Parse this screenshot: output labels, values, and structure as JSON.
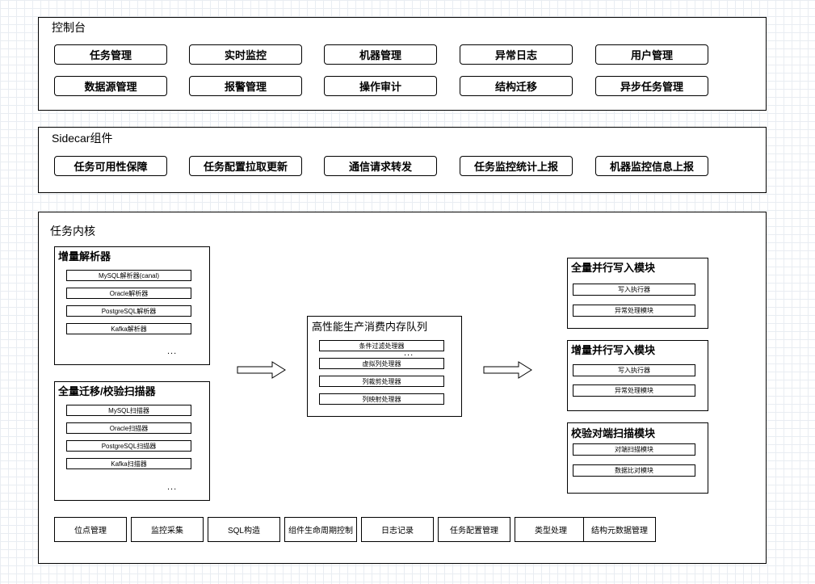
{
  "console": {
    "title": "控制台",
    "buttons": [
      "任务管理",
      "实时监控",
      "机器管理",
      "异常日志",
      "用户管理",
      "数据源管理",
      "报警管理",
      "操作审计",
      "结构迁移",
      "异步任务管理"
    ]
  },
  "sidecar": {
    "title": "Sidecar组件",
    "buttons": [
      "任务可用性保障",
      "任务配置拉取更新",
      "通信请求转发",
      "任务监控统计上报",
      "机器监控信息上报"
    ]
  },
  "kernel": {
    "title": "任务内核",
    "incremental_parser": {
      "title": "增量解析器",
      "items": [
        "MySQL解析器(canal)",
        "Oracle解析器",
        "PostgreSQL解析器",
        "Kafka解析器"
      ],
      "more": "..."
    },
    "full_scanner": {
      "title": "全量迁移/校验扫描器",
      "items": [
        "MySQL扫描器",
        "Oracle扫描器",
        "PostgreSQL扫描器",
        "Kafka扫描器"
      ],
      "more": "..."
    },
    "queue": {
      "title": "高性能生产消费内存队列",
      "items": [
        "条件过滤处理器",
        "虚拟列处理器",
        "列裁剪处理器",
        "列映射处理器"
      ],
      "more": "..."
    },
    "full_writer": {
      "title": "全量并行写入模块",
      "items": [
        "写入执行器",
        "异常处理模块"
      ]
    },
    "incremental_writer": {
      "title": "增量并行写入模块",
      "items": [
        "写入执行器",
        "异常处理模块"
      ]
    },
    "verify_scanner": {
      "title": "校验对端扫描模块",
      "items": [
        "对端扫描模块",
        "数据比对模块"
      ]
    },
    "modules": [
      "位点管理",
      "监控采集",
      "SQL构造",
      "组件生命周期控制",
      "日志记录",
      "任务配置管理",
      "类型处理",
      "结构元数据管理"
    ]
  }
}
